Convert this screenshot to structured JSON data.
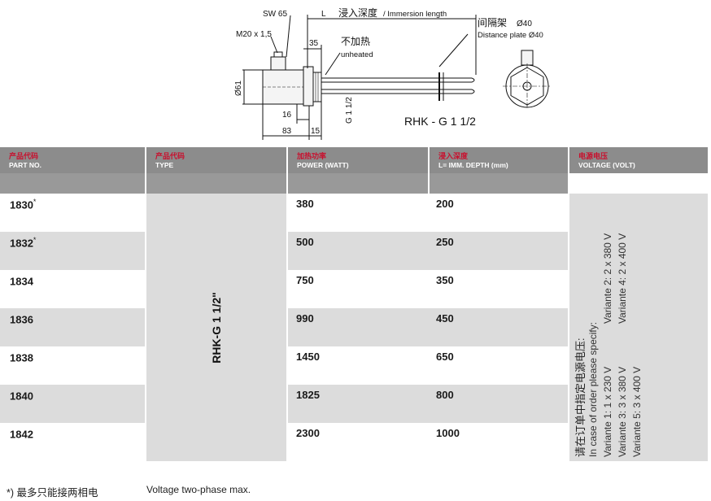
{
  "diagram": {
    "sw": "SW 65",
    "length_label": "L",
    "immersion_cn": "浸入深度",
    "immersion_en": "/ Immersion length",
    "spacer_cn": "间隔架",
    "spacer_dia": "Ø40",
    "spacer_en": "Distance plate Ø40",
    "thread": "M20 x 1,5",
    "dim_35": "35",
    "unheated_cn": "不加热",
    "unheated_en": "unheated",
    "dia_61": "Ø61",
    "dim_16": "16",
    "dim_83": "83",
    "dim_15": "15",
    "g_thread": "G 1 1/2",
    "model": "RHK - G 1 1/2"
  },
  "table": {
    "headers": [
      {
        "cn": "产品代码",
        "en": "PART NO."
      },
      {
        "cn": "产品代码",
        "en": "TYPE"
      },
      {
        "cn": "加热功率",
        "en": "POWER (WATT)"
      },
      {
        "cn": "浸入深度",
        "en": "L= IMM. DEPTH (mm)"
      },
      {
        "cn": "电源电压",
        "en": "VOLTAGE (VOLT)"
      }
    ],
    "type_value": "RHK-G 1 1/2\"",
    "rows": [
      {
        "part": "1830",
        "mark": "*",
        "power": "380",
        "depth": "200"
      },
      {
        "part": "1832",
        "mark": "*",
        "power": "500",
        "depth": "250"
      },
      {
        "part": "1834",
        "mark": "",
        "power": "750",
        "depth": "350"
      },
      {
        "part": "1836",
        "mark": "",
        "power": "990",
        "depth": "450"
      },
      {
        "part": "1838",
        "mark": "",
        "power": "1450",
        "depth": "650"
      },
      {
        "part": "1840",
        "mark": "",
        "power": "1825",
        "depth": "800"
      },
      {
        "part": "1842",
        "mark": "",
        "power": "2300",
        "depth": "1000"
      }
    ],
    "voltage": {
      "cn": "请在订单中指定电源电压:",
      "en": "In case of order please specify:",
      "v1": "Variante 1: 1 x 230 V",
      "v2": "Variante 2: 2 x 380 V",
      "v3": "Variante 3: 3 x 380 V",
      "v4": "Variante 4: 2 x 400 V",
      "v5": "Variante 5: 3 x 400 V"
    }
  },
  "footnote": {
    "cn": "*) 最多只能接两相电",
    "en": "Voltage two-phase max."
  }
}
